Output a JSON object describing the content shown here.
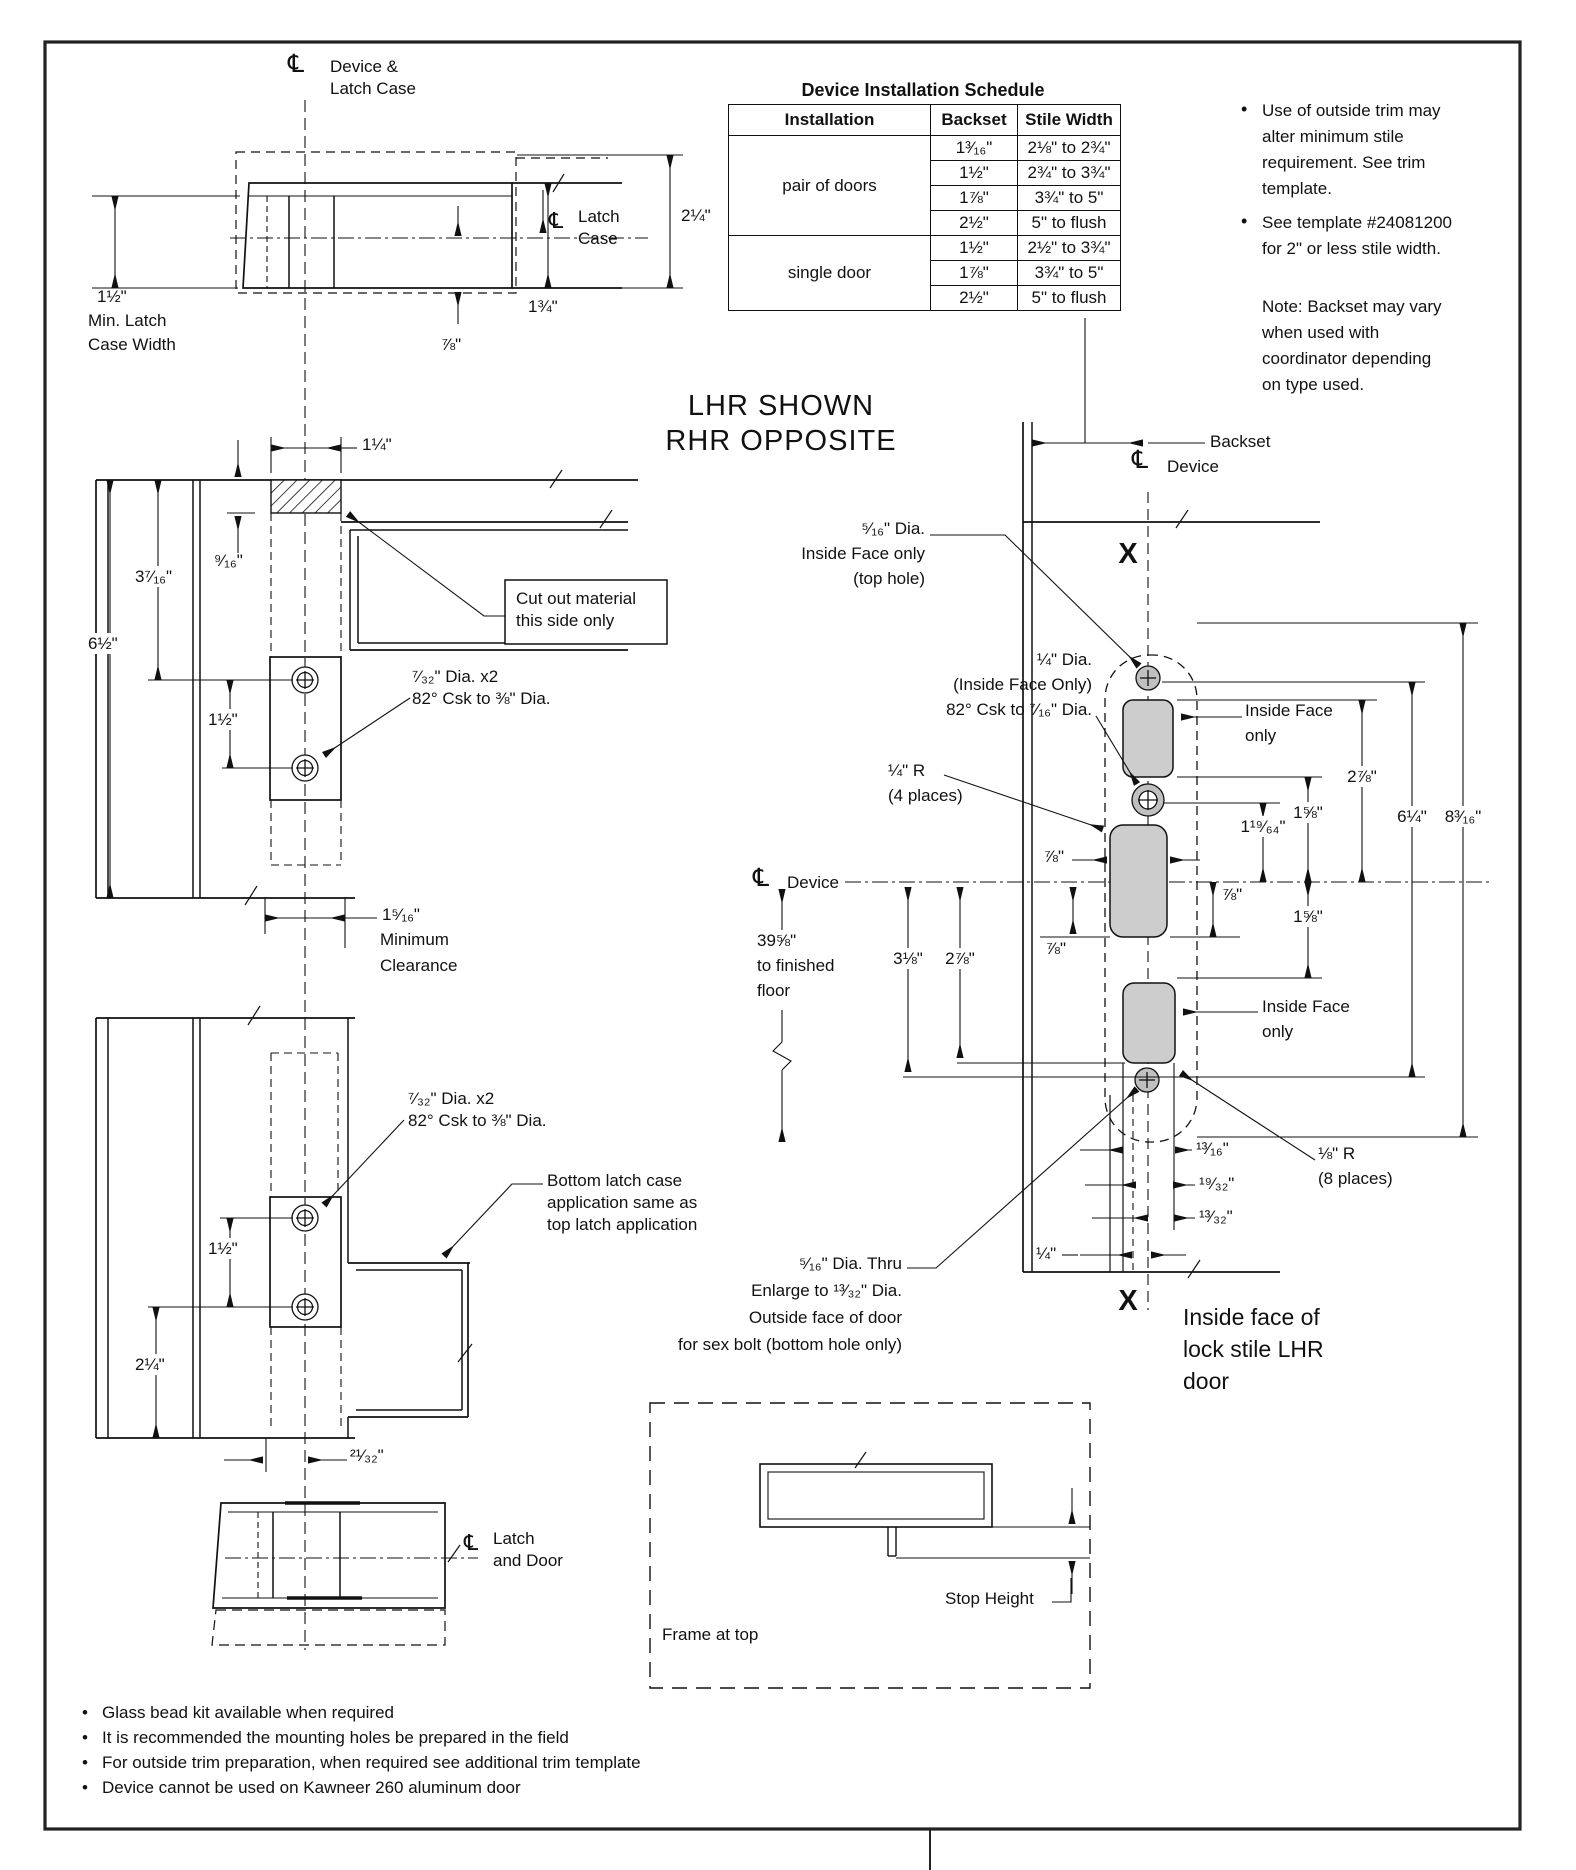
{
  "symbols": {
    "centerline": "℄",
    "section_marker": "X"
  },
  "top_plan": {
    "cl_device_latch": [
      "Device &",
      "Latch Case"
    ],
    "cl_latch_case": [
      "Latch",
      "Case"
    ],
    "dim_overall": "2¼\"",
    "dim_solid": "1¾\"",
    "dim_cl_bottom": "⅞\"",
    "min_width": [
      "1½\"",
      "Min. Latch",
      "Case Width"
    ]
  },
  "schedule": {
    "title": "Device Installation Schedule",
    "headers": [
      "Installation",
      "Backset",
      "Stile Width"
    ],
    "pair_label": "pair of doors",
    "single_label": "single door",
    "pair_rows": [
      [
        "1³⁄₁₆\"",
        "2⅛\" to 2¾\""
      ],
      [
        "1½\"",
        "2¾\" to 3¾\""
      ],
      [
        "1⅞\"",
        "3¾\" to 5\""
      ],
      [
        "2½\"",
        "5\" to flush"
      ]
    ],
    "single_rows": [
      [
        "1½\"",
        "2½\" to 3¾\""
      ],
      [
        "1⅞\"",
        "3¾\" to 5\""
      ],
      [
        "2½\"",
        "5\" to flush"
      ]
    ]
  },
  "notes": {
    "b1": [
      "Use of outside trim may",
      "alter minimum stile",
      "requirement. See trim",
      "template."
    ],
    "b2": [
      "See template #24081200",
      "for 2\" or less stile width."
    ],
    "note": [
      "Note: Backset may vary",
      "when used with",
      "coordinator depending",
      "on type used."
    ]
  },
  "heading": [
    "LHR SHOWN",
    "RHR OPPOSITE"
  ],
  "elevation": {
    "dim_top_width": "1¼\"",
    "dim_hatch": "⁹⁄₁₆\"",
    "dim_3716": "3⁷⁄₁₆\"",
    "dim_612": "6½\"",
    "dim_screws_top": "1½\"",
    "cutout_note": [
      "Cut out material",
      "this side only"
    ],
    "holes_note_top": [
      "⁷⁄₃₂\" Dia. x2",
      "82° Csk to ⅜\" Dia."
    ],
    "clearance": [
      "1⁵⁄₁₆\"",
      "Minimum",
      "Clearance"
    ],
    "holes_note_bottom": [
      "⁷⁄₃₂\" Dia. x2",
      "82° Csk to ⅜\" Dia."
    ],
    "bottom_note": [
      "Bottom latch case",
      "application same as",
      "top latch application"
    ],
    "dim_screws_bottom": "1½\"",
    "dim_214": "2¼\"",
    "dim_2132": "²¹⁄₃₂\""
  },
  "bottom_plan": {
    "cl_latch_door": [
      "Latch",
      "and Door"
    ]
  },
  "device_view": {
    "backset_label": "Backset",
    "cl_device": "Device",
    "top_hole": [
      "⁵⁄₁₆\" Dia.",
      "Inside Face only",
      "(top hole)"
    ],
    "quarter_dia": [
      "¼\" Dia.",
      "(Inside Face Only)",
      "82° Csk to ⁷⁄₁₆\" Dia."
    ],
    "quarter_r": [
      "¼\" R",
      "(4 places)"
    ],
    "dim_78_cutout": "⅞\"",
    "cl_device2": "Device",
    "floor": [
      "39⅝\"",
      "to finished",
      "floor"
    ],
    "dim_318": "3⅛\"",
    "dim_278_left": "2⅞\"",
    "dim_78_left": "⅞\"",
    "inside_face_top": [
      "Inside Face",
      "only"
    ],
    "inside_face_bottom": [
      "Inside Face",
      "only"
    ],
    "dim_278": "2⅞\"",
    "dim_158_top": "1⅝\"",
    "dim_11964": "1¹⁹⁄₆₄\"",
    "dim_614": "6¼\"",
    "dim_8316": "8³⁄₁₆\"",
    "dim_78_right": "⅞\"",
    "dim_158_bottom": "1⅝\"",
    "eighth_r": [
      "⅛\" R",
      "(8 places)"
    ],
    "dim_1316": "¹³⁄₁₆\"",
    "dim_1932": "¹⁹⁄₃₂\"",
    "dim_1332": "¹³⁄₃₂\"",
    "dim_14": "¼\"",
    "sex_bolt": [
      "⁵⁄₁₆\" Dia. Thru",
      "Enlarge to ¹³⁄₃₂\" Dia.",
      "Outside face of door",
      "for sex bolt (bottom hole only)"
    ],
    "inside_face_lhr": [
      "Inside face of",
      "lock stile LHR",
      "door"
    ]
  },
  "frame_detail": {
    "stop_height": "Stop Height",
    "frame_label": "Frame at top"
  },
  "footnotes": [
    "Glass bead kit available when required",
    "It is recommended the mounting holes be prepared in the field",
    "For outside trim preparation, when required see additional trim template",
    "Device cannot be used on Kawneer 260 aluminum door"
  ]
}
